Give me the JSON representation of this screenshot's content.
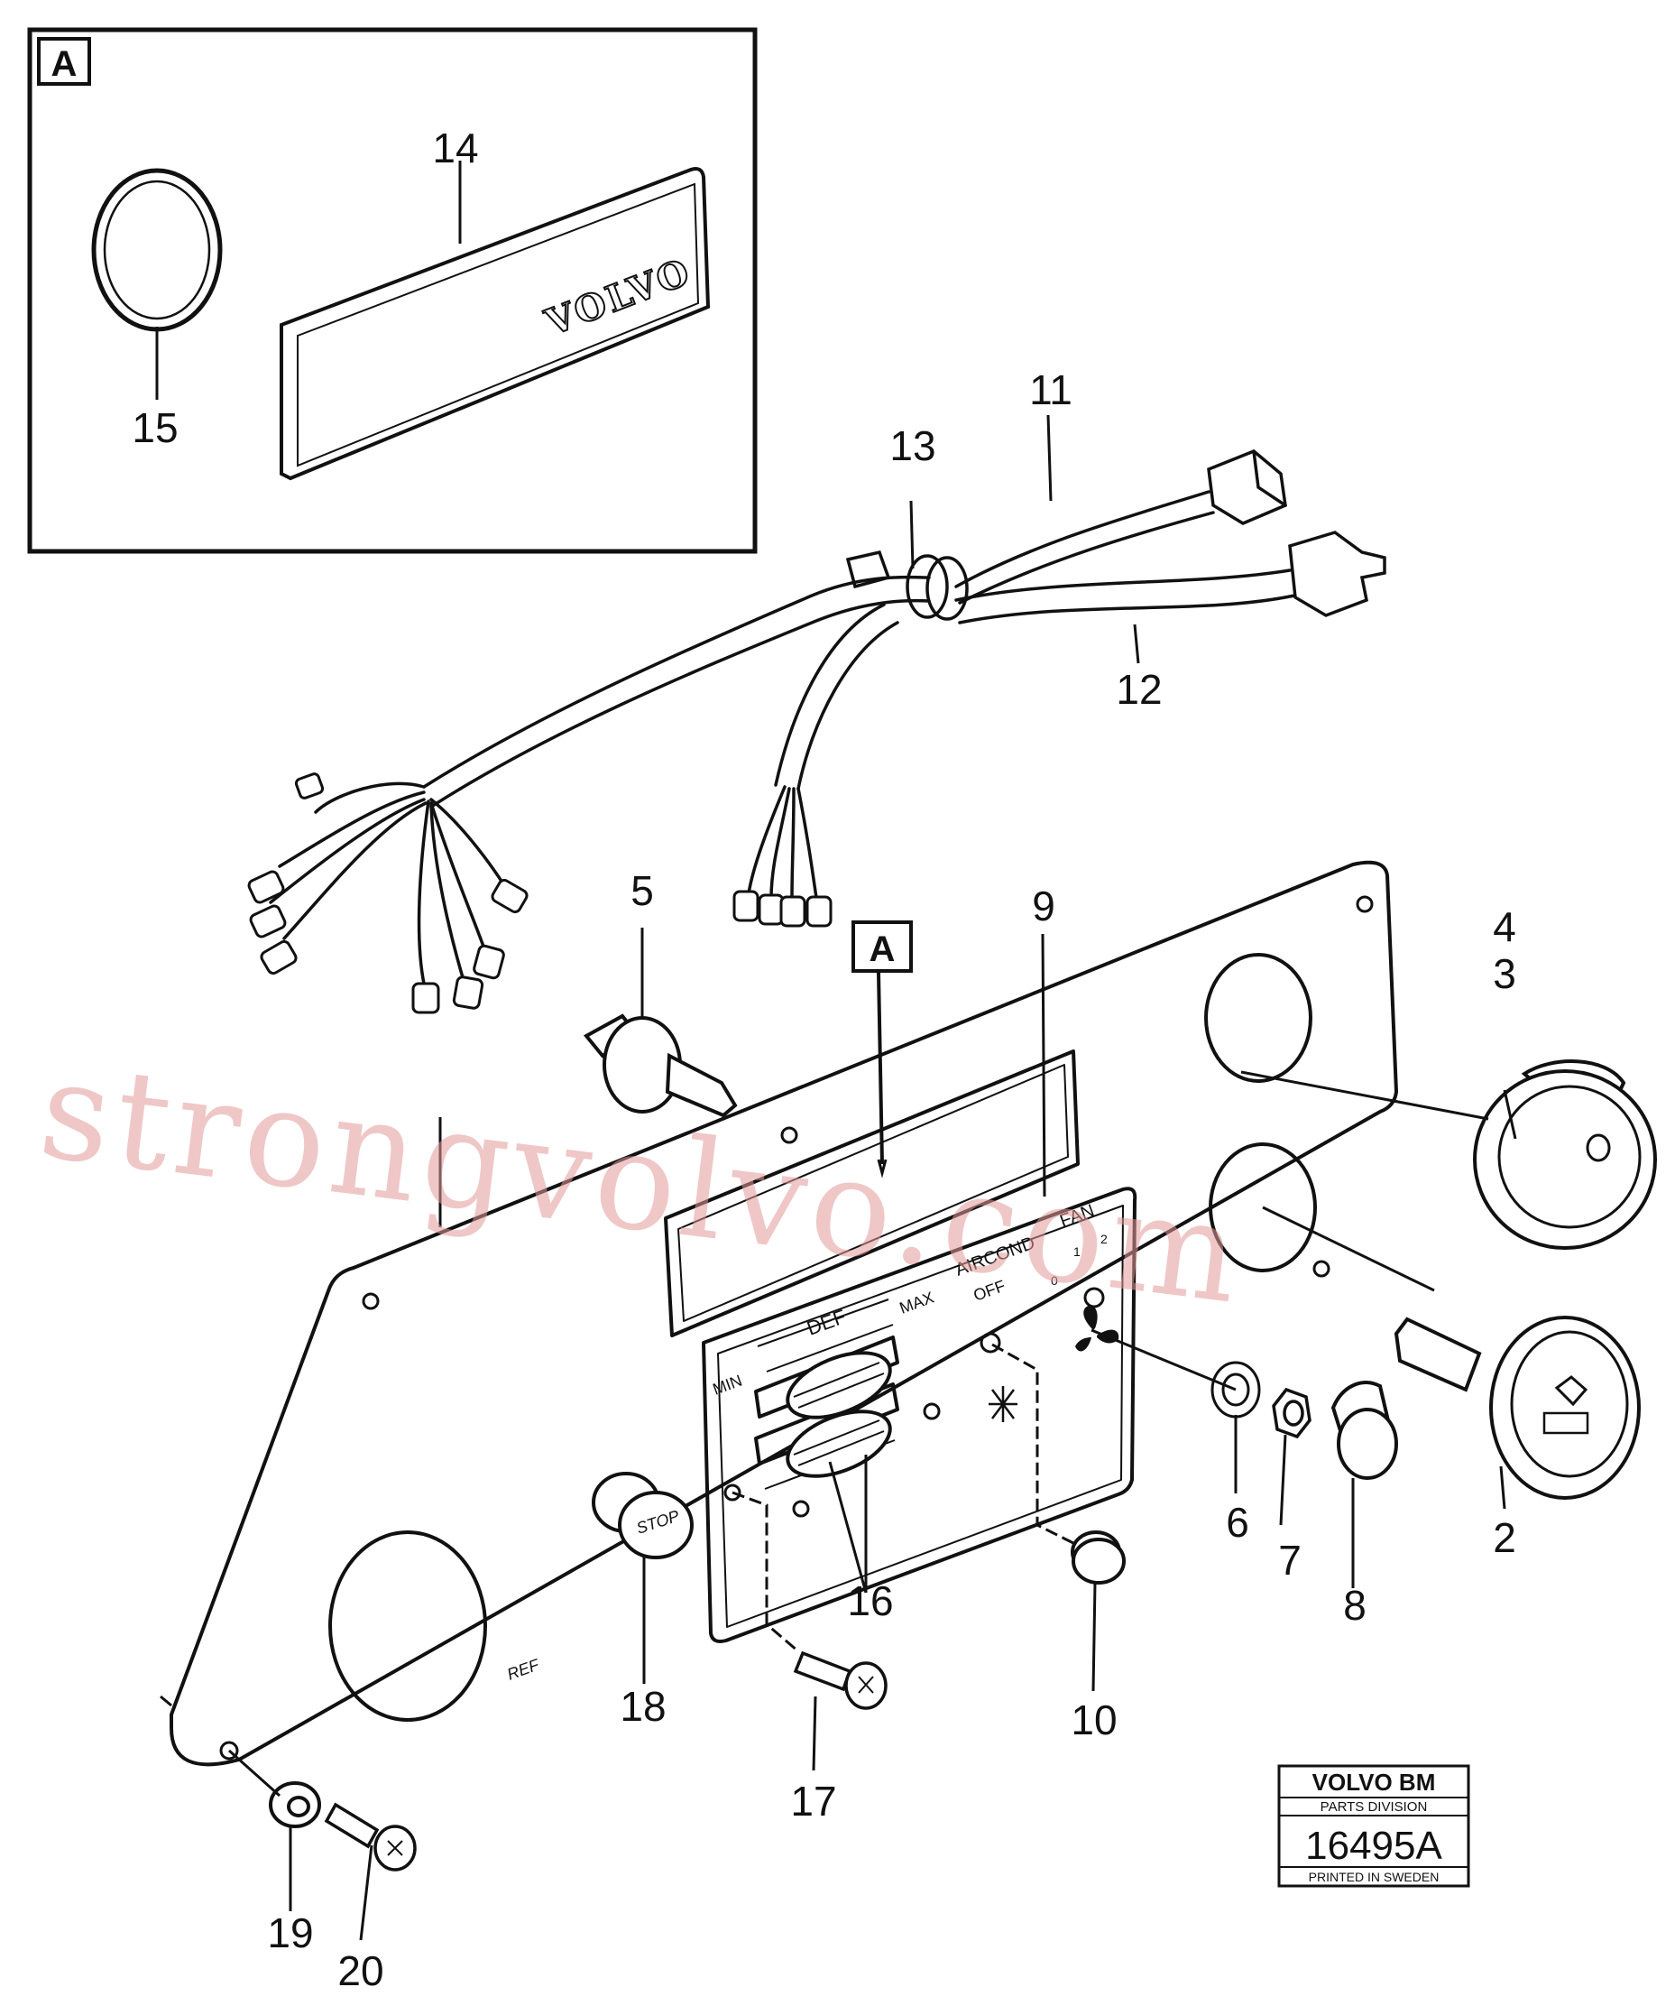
{
  "detail_label": "A",
  "detail_ref_label": "A",
  "brand_plate_text": "VOLVO",
  "callouts": {
    "n2": "2",
    "n3": "3",
    "n4": "4",
    "n5": "5",
    "n6": "6",
    "n7": "7",
    "n8": "8",
    "n9": "9",
    "n10": "10",
    "n11": "11",
    "n12": "12",
    "n13": "13",
    "n14": "14",
    "n15": "15",
    "n16": "16",
    "n17": "17",
    "n18": "18",
    "n19": "19",
    "n20": "20"
  },
  "panel_labels": {
    "def": "DEF",
    "min": "MIN",
    "max": "MAX",
    "aircond": "AIRCOND",
    "off": "OFF",
    "fan": "FAN",
    "fan_0": "0",
    "fan_1": "1",
    "fan_2": "2",
    "stop": "STOP",
    "ref": "REF"
  },
  "stamp": {
    "brand": "VOLVO BM",
    "division": "PARTS DIVISION",
    "drawing_number": "16495A",
    "printed": "PRINTED IN SWEDEN"
  },
  "watermark": "strongvolvo.com",
  "colors": {
    "ink": "#111111",
    "watermark": "#e29a9a",
    "background": "#ffffff"
  }
}
